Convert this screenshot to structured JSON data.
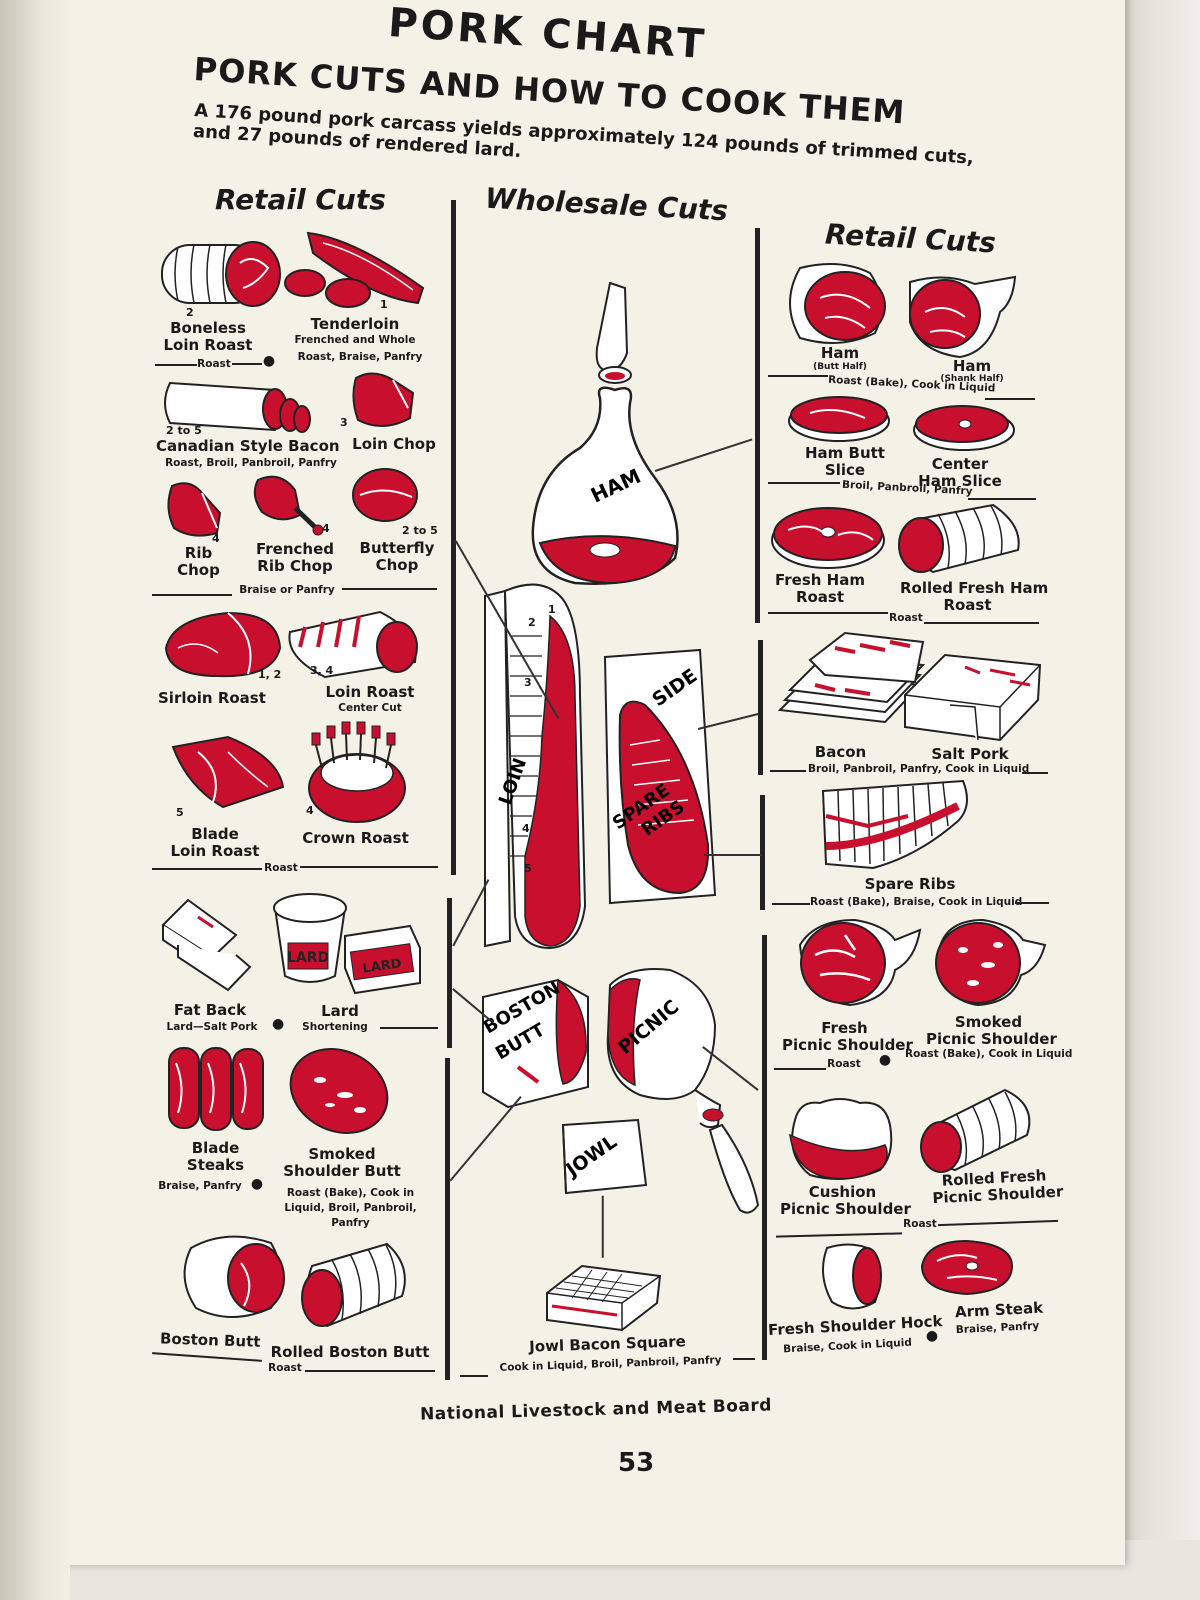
{
  "header": {
    "title": "PORK CHART",
    "subtitle": "PORK CUTS AND HOW TO COOK THEM",
    "intro": "A 176 pound pork carcass yields approximately 124 pounds of trimmed cuts, and 27 pounds of rendered lard."
  },
  "columns": {
    "left_head": "Retail Cuts",
    "center_head": "Wholesale Cuts",
    "right_head": "Retail Cuts"
  },
  "left": {
    "boneless_loin_roast": "Boneless\nLoin Roast",
    "tenderloin": "Tenderloin",
    "tenderloin_note": "Frenched and Whole",
    "row1_method_a": "Roast",
    "row1_method_b": "Roast, Braise, Panfry",
    "canadian_bacon": "Canadian Style Bacon",
    "canadian_bacon_method": "Roast, Broil, Panbroil, Panfry",
    "loin_chop": "Loin Chop",
    "rib_chop": "Rib\nChop",
    "frenched_rib_chop": "Frenched\nRib Chop",
    "butterfly_chop": "Butterfly\nChop",
    "chops_method": "Braise or Panfry",
    "sirloin_roast": "Sirloin Roast",
    "loin_roast": "Loin Roast",
    "loin_roast_note": "Center Cut",
    "blade_loin_roast": "Blade\nLoin Roast",
    "crown_roast": "Crown Roast",
    "roasts_method": "Roast",
    "fat_back": "Fat Back",
    "lard": "Lard",
    "fat_method_a": "Lard—Salt Pork",
    "fat_method_b": "Shortening",
    "lard_tub_text": "LARD",
    "lard_box_text": "LARD",
    "blade_steaks": "Blade\nSteaks",
    "smoked_shoulder_butt": "Smoked\nShoulder Butt",
    "steaks_method_a": "Braise, Panfry",
    "steaks_method_b": "Roast (Bake), Cook in\nLiquid, Broil, Panbroil,\nPanfry",
    "boston_butt": "Boston Butt",
    "rolled_boston_butt": "Rolled Boston Butt",
    "butt_method": "Roast",
    "nums": {
      "n_boneless": "2",
      "n_tender": "1",
      "n_canadian": "2 to 5",
      "n_loinchop": "3",
      "n_rib": "4",
      "n_frenched": "4",
      "n_butterfly": "2 to 5",
      "n_sirloin": "1, 2",
      "n_loinroast": "3, 4",
      "n_blade": "5",
      "n_crown": "4"
    }
  },
  "center": {
    "ham": "HAM",
    "loin": "LOIN",
    "side": "SIDE",
    "spare_ribs": "SPARE\nRIBS",
    "boston_butt": "BOSTON\nBUTT",
    "picnic": "PICNIC",
    "jowl": "JOWL",
    "jowl_bacon_square": "Jowl Bacon Square",
    "jowl_method": "Cook in Liquid, Broil, Panbroil, Panfry",
    "loin_nums": [
      "1",
      "2",
      "3",
      "4",
      "5"
    ]
  },
  "right": {
    "ham_butt_half": "Ham",
    "ham_butt_half_note": "(Butt Half)",
    "ham_shank_half": "Ham",
    "ham_shank_half_note": "(Shank Half)",
    "ham_method": "Roast (Bake), Cook in Liquid",
    "ham_butt_slice": "Ham Butt\nSlice",
    "center_ham_slice": "Center\nHam Slice",
    "slice_method": "Broil, Panbroil, Panfry",
    "fresh_ham_roast": "Fresh Ham\nRoast",
    "rolled_fresh_ham_roast": "Rolled Fresh Ham\nRoast",
    "fresh_ham_method": "Roast",
    "bacon": "Bacon",
    "salt_pork": "Salt Pork",
    "side_method": "Broil, Panbroil, Panfry, Cook in Liquid",
    "spare_ribs": "Spare Ribs",
    "ribs_method": "Roast (Bake), Braise, Cook in Liquid",
    "fresh_picnic": "Fresh\nPicnic Shoulder",
    "smoked_picnic": "Smoked\nPicnic Shoulder",
    "picnic_method_a": "Roast",
    "picnic_method_b": "Roast (Bake), Cook in Liquid",
    "cushion_picnic": "Cushion\nPicnic Shoulder",
    "rolled_fresh_picnic": "Rolled Fresh\nPicnic Shoulder",
    "cushion_method": "Roast",
    "fresh_shoulder_hock": "Fresh Shoulder Hock",
    "arm_steak": "Arm Steak",
    "hock_method": "Braise, Cook in Liquid",
    "arm_method": "Braise, Panfry"
  },
  "footer": {
    "publisher": "National Livestock and Meat Board",
    "page_number": "53"
  },
  "colors": {
    "paper": "#f4f1e6",
    "ink": "#1a1a1a",
    "meat_red": "#c8102e",
    "fat_white": "#ffffff"
  },
  "icons": [
    "meat-cut-icon",
    "lard-tub-icon",
    "pig-carcass-part-icon"
  ]
}
